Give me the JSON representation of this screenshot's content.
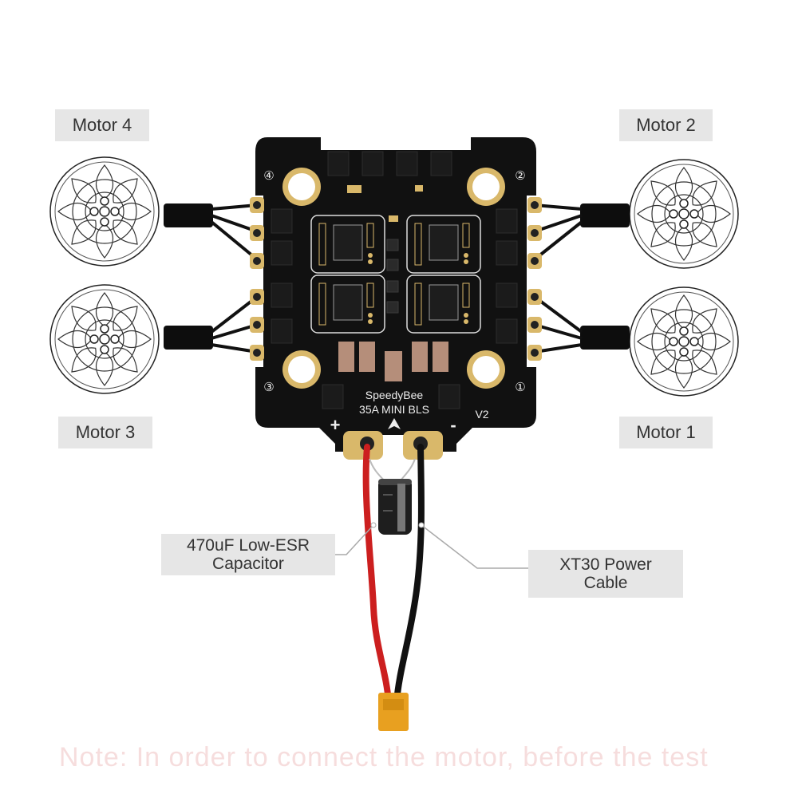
{
  "labels": {
    "motor4": "Motor 4",
    "motor2": "Motor 2",
    "motor3": "Motor 3",
    "motor1": "Motor 1",
    "capacitor_line1": "470uF Low-ESR",
    "capacitor_line2": "Capacitor",
    "power_line1": "XT30 Power",
    "power_line2": "Cable"
  },
  "board": {
    "brand": "SpeedyBee",
    "model": "35A MINI BLS",
    "version": "V2",
    "plus": "+",
    "minus": "-",
    "corner_1": "①",
    "corner_2": "②",
    "corner_3": "③",
    "corner_4": "④"
  },
  "footnote": "Note: In order to connect the motor, before the test",
  "colors": {
    "pcb": "#111111",
    "gold": "#d9b86a",
    "wire_red": "#cc1f1f",
    "wire_black": "#111111",
    "xt30": "#e8a020",
    "label_bg": "#e6e6e6"
  },
  "icons": [
    "motor-icon",
    "capacitor-icon",
    "xt30-connector-icon",
    "arrow-up-icon"
  ]
}
